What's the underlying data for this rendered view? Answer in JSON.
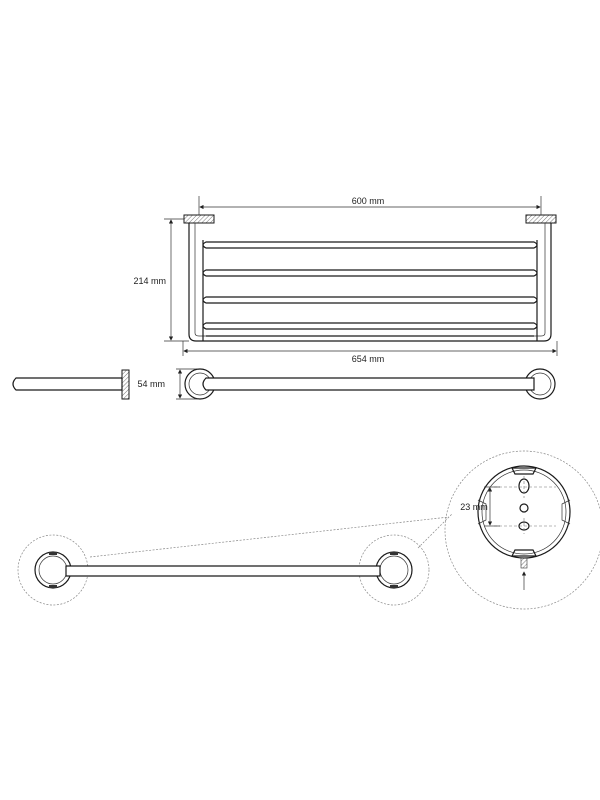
{
  "dimensions": {
    "width_bar": "600 mm",
    "overall_width": "654 mm",
    "height": "214 mm",
    "depth": "54 mm",
    "hole_spacing": "23 mm"
  }
}
